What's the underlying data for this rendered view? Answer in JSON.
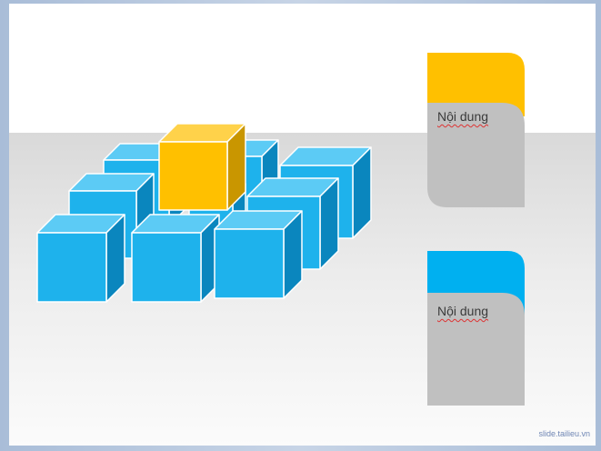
{
  "slide": {
    "cards": [
      {
        "label": "Nội dung",
        "accent": "#FFC000"
      },
      {
        "label": "Nội dung",
        "accent": "#00B0F0"
      }
    ],
    "cube_colors": {
      "blue_front": "#1EB2EC",
      "blue_top": "#5CCBF5",
      "blue_side": "#0A86BE",
      "gold_front": "#FFC000",
      "gold_top": "#FFD24A",
      "gold_side": "#C99600"
    },
    "watermark": "slide.tailieu.vn"
  }
}
